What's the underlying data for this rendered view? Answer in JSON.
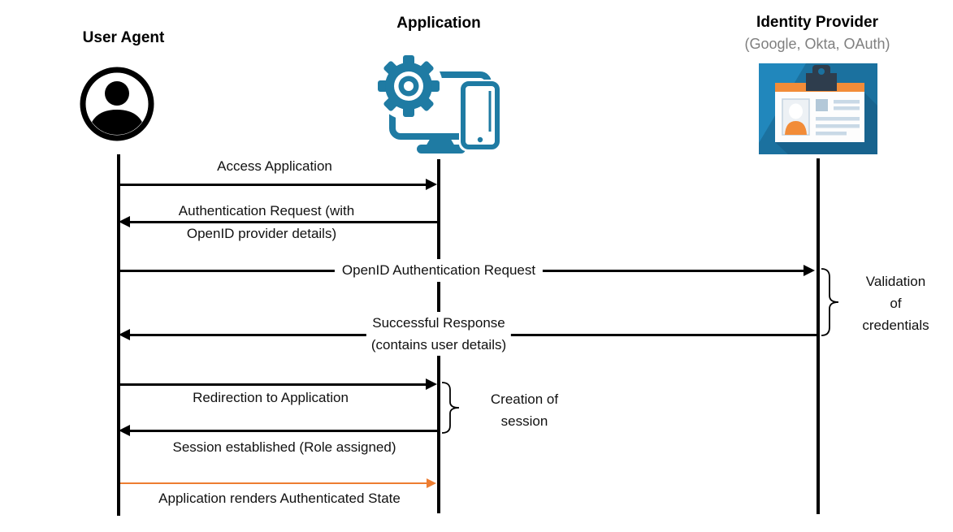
{
  "colors": {
    "app_teal": "#1F7BA3",
    "idp_blue": "#1E7CAD",
    "orange_arrow": "#ED7D31",
    "subtitle_gray": "#7F7F7F",
    "line_black": "#000000"
  },
  "actors": {
    "user_agent": {
      "label": "User Agent"
    },
    "application": {
      "label": "Application"
    },
    "identity_provider": {
      "label": "Identity Provider",
      "sublabel": "(Google, Okta, OAuth)"
    }
  },
  "messages": [
    {
      "from": "user-agent",
      "to": "application",
      "direction": "right",
      "label": "Access Application"
    },
    {
      "from": "application",
      "to": "user-agent",
      "direction": "left",
      "label": "Authentication Request (with",
      "label2": "OpenID provider details)"
    },
    {
      "from": "user-agent",
      "to": "identity-provider",
      "direction": "right",
      "label": "OpenID Authentication Request"
    },
    {
      "from": "identity-provider",
      "to": "user-agent",
      "direction": "left",
      "label": "Successful Response",
      "label2": "(contains user details)"
    },
    {
      "from": "user-agent",
      "to": "application",
      "direction": "right",
      "label": "Redirection to Application"
    },
    {
      "from": "application",
      "to": "user-agent",
      "direction": "left",
      "label": "Session established (Role assigned)"
    },
    {
      "from": "user-agent",
      "to": "application",
      "direction": "right",
      "color": "#ED7D31",
      "label": "Application renders Authenticated State"
    }
  ],
  "annotations": [
    {
      "target": "identity-provider",
      "lines": [
        "Validation",
        "of",
        "credentials"
      ]
    },
    {
      "target": "application",
      "lines": [
        "Creation of",
        "session"
      ]
    }
  ]
}
